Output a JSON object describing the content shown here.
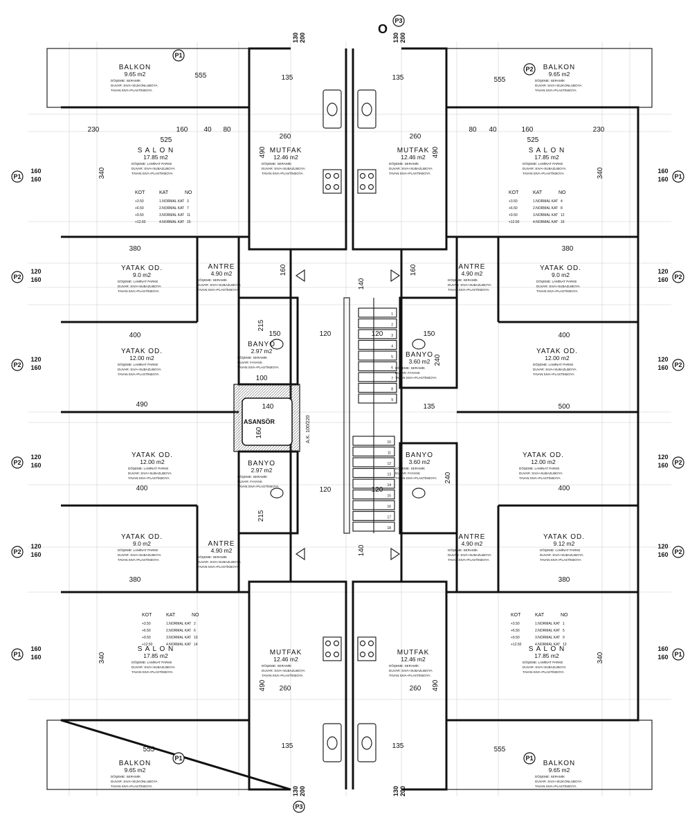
{
  "title": "Normal Kat Planı",
  "north_label": "O",
  "elevator_label": "ASANSÖR",
  "elevator_door": "A.K. 100/220",
  "section_tags": [
    "P1",
    "P2",
    "P3"
  ],
  "rooms": [
    {
      "name": "BALKON",
      "area": "9.65 m2",
      "finish": [
        "DÖŞEME: SERAMİK",
        "DUVAR: SIVA+SİLİKONLUBOYA",
        "TAVAN:SIVA+PLASTİKBOYA"
      ]
    },
    {
      "name": "BALKON",
      "area": "9.65 m2",
      "finish": [
        "DÖŞEME: SERAMİK",
        "DUVAR: SIVA+SİLİKONLUBOYA",
        "TAVAN:SIVA+PLASTİKBOYA"
      ]
    },
    {
      "name": "BALKON",
      "area": "9.65 m2",
      "finish": [
        "DÖŞEME: SERAMİK",
        "DUVAR: SIVA+SİLİKONLUBOYA",
        "TAVAN:SIVA+PLASTİKBOYA"
      ]
    },
    {
      "name": "BALKON",
      "area": "9.65 m2",
      "finish": [
        "DÖŞEME: SERAMİK",
        "DUVAR: SIVA+SİLİKONLUBOYA",
        "TAVAN:SIVA+PLASTİKBOYA"
      ]
    },
    {
      "name": "S A L O N",
      "area": "17.85 m2",
      "finish": [
        "DÖŞEME: LAMİNAT PARKE",
        "DUVAR: SIVA+SUBAZLIBOYA",
        "TAVAN:SIVA+PLASTİKBOYA"
      ]
    },
    {
      "name": "S A L O N",
      "area": "17.85 m2",
      "finish": [
        "DÖŞEME: LAMİNAT PARKE",
        "DUVAR: SIVA+SUBAZLIBOYA",
        "TAVAN:SIVA+PLASTİKBOYA"
      ]
    },
    {
      "name": "S A L O N",
      "area": "17.85 m2",
      "finish": [
        "DÖŞEME: LAMİNAT PARKE",
        "DUVAR: SIVA+SUBAZLIBOYA",
        "TAVAN:SIVA+PLASTİKBOYA"
      ]
    },
    {
      "name": "S A L O N",
      "area": "17.85 m2",
      "finish": [
        "DÖŞEME: LAMİNAT PARKE",
        "DUVAR: SIVA+SUBAZLIBOYA",
        "TAVAN:SIVA+PLASTİKBOYA"
      ]
    },
    {
      "name": "MUTFAK",
      "area": "12.46 m2",
      "finish": [
        "DÖŞEME: SERAMİK",
        "DUVAR: SIVA+SUBAZLIBOYA",
        "TAVAN:SIVA+PLASTİKBOYA"
      ]
    },
    {
      "name": "MUTFAK",
      "area": "12.46 m2",
      "finish": [
        "DÖŞEME: SERAMİK",
        "DUVAR: SIVA+SUBAZLIBOYA",
        "TAVAN:SIVA+PLASTİKBOYA"
      ]
    },
    {
      "name": "MUTFAK",
      "area": "12.46 m2",
      "finish": [
        "DÖŞEME: SERAMİK",
        "DUVAR: SIVA+SUBAZLIBOYA",
        "TAVAN:SIVA+PLASTİKBOYA"
      ]
    },
    {
      "name": "MUTFAK",
      "area": "12.46 m2",
      "finish": [
        "DÖŞEME: SERAMİK",
        "DUVAR: SIVA+SUBAZLIBOYA",
        "TAVAN:SIVA+PLASTİKBOYA"
      ]
    },
    {
      "name": "YATAK OD.",
      "area": "9.0 m2",
      "finish": [
        "DÖŞEME: LAMİNAT PARKE",
        "DUVAR: SIVA+SUBAZLIBOYA",
        "TAVAN:SIVA+PLASTİKBOYA"
      ]
    },
    {
      "name": "YATAK OD.",
      "area": "9.0 m2",
      "finish": [
        "DÖŞEME: LAMİNAT PARKE",
        "DUVAR: SIVA+SUBAZLIBOYA",
        "TAVAN:SIVA+PLASTİKBOYA"
      ]
    },
    {
      "name": "YATAK OD.",
      "area": "12.00 m2",
      "finish": [
        "DÖŞEME: LAMİNAT PARKE",
        "DUVAR: SIVA+SUBAZLIBOYA",
        "TAVAN:SIVA+PLASTİKBOYA"
      ]
    },
    {
      "name": "YATAK OD.",
      "area": "12.00 m2",
      "finish": [
        "DÖŞEME: LAMİNAT PARKE",
        "DUVAR: SIVA+SUBAZLIBOYA",
        "TAVAN:SIVA+PLASTİKBOYA"
      ]
    },
    {
      "name": "YATAK OD.",
      "area": "12.00 m2",
      "finish": [
        "DÖŞEME: LAMİNAT PARKE",
        "DUVAR: SIVA+SUBAZLIBOYA",
        "TAVAN:SIVA+PLASTİKBOYA"
      ]
    },
    {
      "name": "YATAK OD.",
      "area": "12.00 m2",
      "finish": [
        "DÖŞEME: LAMİNAT PARKE",
        "DUVAR: SIVA+SUBAZLIBOYA",
        "TAVAN:SIVA+PLASTİKBOYA"
      ]
    },
    {
      "name": "YATAK OD.",
      "area": "9.0 m2",
      "finish": [
        "DÖŞEME: LAMİNAT PARKE",
        "DUVAR: SIVA+SUBAZLIBOYA",
        "TAVAN:SIVA+PLASTİKBOYA"
      ]
    },
    {
      "name": "YATAK OD.",
      "area": "9.12 m2",
      "finish": [
        "DÖŞEME: LAMİNAT PARKE",
        "DUVAR: SIVA+SUBAZLIBOYA",
        "TAVAN:SIVA+PLASTİKBOYA"
      ]
    },
    {
      "name": "ANTRE",
      "area": "4.90 m2",
      "finish": [
        "DÖŞEME: SERAMİK",
        "DUVAR: SIVA+SUBAZLIBOYA",
        "TAVAN:SIVA+PLASTİKBOYA"
      ]
    },
    {
      "name": "ANTRE",
      "area": "4.90 m2",
      "finish": [
        "DÖŞEME: SERAMİK",
        "DUVAR: SIVA+SUBAZLIBOYA",
        "TAVAN:SIVA+PLASTİKBOYA"
      ]
    },
    {
      "name": "ANTRE",
      "area": "4.90 m2",
      "finish": [
        "DÖŞEME: SERAMİK",
        "DUVAR: SIVA+SUBAZLIBOYA",
        "TAVAN:SIVA+PLASTİKBOYA"
      ]
    },
    {
      "name": "ANTRE",
      "area": "4.90 m2",
      "finish": [
        "DÖŞEME: SERAMİK",
        "DUVAR: SIVA+SUBAZLIBOYA",
        "TAVAN:SIVA+PLASTİKBOYA"
      ]
    },
    {
      "name": "BANYO",
      "area": "2.97 m2",
      "finish": [
        "DÖŞEME: SERAMİK",
        "DUVAR: FAYANS",
        "TAVAN:SIVA+PLASTİKBOYA"
      ]
    },
    {
      "name": "BANYO",
      "area": "3.60 m2",
      "finish": [
        "DÖŞEME: SERAMİK",
        "DUVAR: FAYANS",
        "TAVAN:SIVA+PLASTİKBOYA"
      ]
    },
    {
      "name": "BANYO",
      "area": "2.97 m2",
      "finish": [
        "DÖŞEME: SERAMİK",
        "DUVAR: FAYANS",
        "TAVAN:SIVA+PLASTİKBOYA"
      ]
    },
    {
      "name": "BANYO",
      "area": "3.60 m2",
      "finish": [
        "DÖŞEME: SERAMİK",
        "DUVAR: FAYANS",
        "TAVAN:SIVA+PLASTİKBOYA"
      ]
    }
  ],
  "kot_tables": [
    {
      "headers": [
        "KOT",
        "KAT",
        "NO"
      ],
      "rows": [
        [
          "+3.50",
          "1.NORMAL KAT",
          "3"
        ],
        [
          "+6.50",
          "2.NORMAL KAT",
          "7"
        ],
        [
          "+9.50",
          "3.NORMAL KAT",
          "11"
        ],
        [
          "+12.50",
          "4.NORMAL KAT",
          "15"
        ]
      ]
    },
    {
      "headers": [
        "KOT",
        "KAT",
        "NO"
      ],
      "rows": [
        [
          "+3.50",
          "1.NORMAL KAT",
          "4"
        ],
        [
          "+6.50",
          "2.NORMAL KAT",
          "8"
        ],
        [
          "+9.50",
          "3.NORMAL KAT",
          "12"
        ],
        [
          "+12.50",
          "4.NORMAL KAT",
          "16"
        ]
      ]
    },
    {
      "headers": [
        "KOT",
        "KAT",
        "NO"
      ],
      "rows": [
        [
          "+3.50",
          "1.NORMAL KAT",
          "2"
        ],
        [
          "+6.50",
          "2.NORMAL KAT",
          "6"
        ],
        [
          "+9.50",
          "3.NORMAL KAT",
          "10"
        ],
        [
          "+12.50",
          "4.NORMAL KAT",
          "14"
        ]
      ]
    },
    {
      "headers": [
        "KOT",
        "KAT",
        "NO"
      ],
      "rows": [
        [
          "+3.50",
          "1.NORMAL KAT",
          "1"
        ],
        [
          "+6.50",
          "2.NORMAL KAT",
          "5"
        ],
        [
          "+9.50",
          "3.NORMAL KAT",
          "9"
        ],
        [
          "+12.50",
          "4.NORMAL KAT",
          "13"
        ]
      ]
    }
  ],
  "dimensions": [
    "555",
    "555",
    "555",
    "555",
    "230",
    "160",
    "40",
    "80",
    "525",
    "230",
    "160",
    "40",
    "80",
    "525",
    "340",
    "340",
    "340",
    "340",
    "490",
    "490",
    "490",
    "490",
    "260",
    "260",
    "260",
    "260",
    "135",
    "135",
    "135",
    "135",
    "380",
    "380",
    "380",
    "380",
    "400",
    "400",
    "400",
    "400",
    "490",
    "500",
    "120",
    "120",
    "120",
    "120",
    "140",
    "140",
    "150",
    "150",
    "100",
    "140",
    "160",
    "135",
    "215",
    "215",
    "240",
    "240",
    "160",
    "160"
  ],
  "stair_steps": [
    "1",
    "2",
    "3",
    "4",
    "5",
    "6",
    "7",
    "8",
    "9",
    "10",
    "11",
    "12",
    "13",
    "14",
    "15",
    "16",
    "17",
    "18"
  ],
  "section_marks": [
    "160",
    "160",
    "120",
    "160",
    "120",
    "160",
    "120",
    "160",
    "120",
    "160",
    "160",
    "160"
  ],
  "window_notes": [
    "130",
    "200"
  ]
}
